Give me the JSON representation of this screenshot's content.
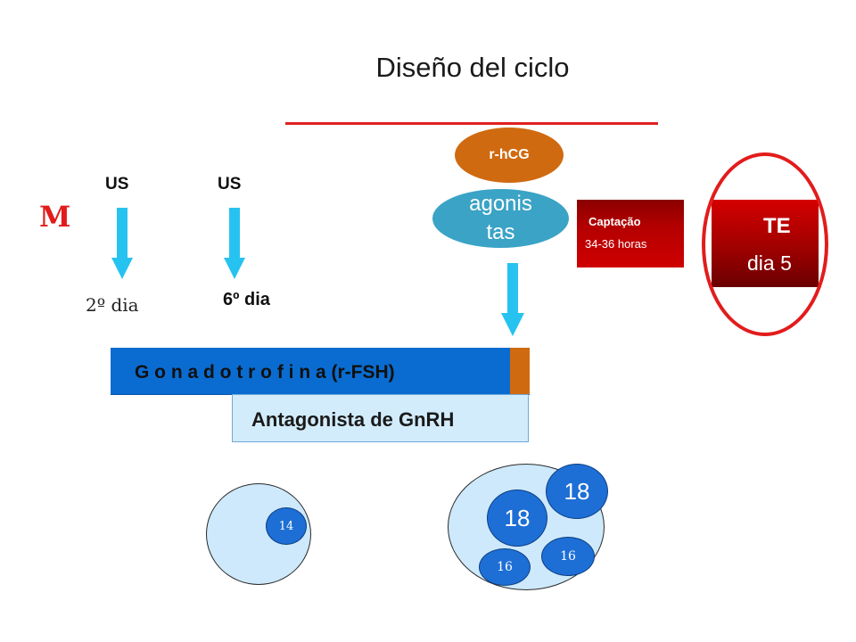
{
  "title": "Diseño del  ciclo",
  "labels": {
    "us1": "US",
    "us2": "US",
    "m": "M",
    "day2": "2º dia",
    "day6": "6º dia",
    "hcg": "r-hCG",
    "agonistas_line1": "agonis",
    "agonistas_line2": "tas",
    "captacao": "Captação",
    "captacao_hours": "34-36 horas",
    "te": "TE",
    "te_day": "dia 5",
    "gonadotrofina": "G o n a d o t r o f i n a (r-FSH)",
    "antagonista": "Antagonista de GnRH"
  },
  "follicles": {
    "left_ovary": [
      "14"
    ],
    "right_ovary": [
      "18",
      "18",
      "16",
      "16"
    ]
  },
  "colors": {
    "title_underline": "#e02020",
    "arrow": "#27c3f0",
    "fsh_bar": "#0a6cd0",
    "antagonist_bar": "#d2ecfb",
    "hcg": "#d06a10",
    "agonist": "#3aa3c6",
    "transfer_box": "#b40000",
    "highlight_ring": "#e21c1c",
    "follicle": "#1d6fd6",
    "ovary": "#cde9fb"
  }
}
